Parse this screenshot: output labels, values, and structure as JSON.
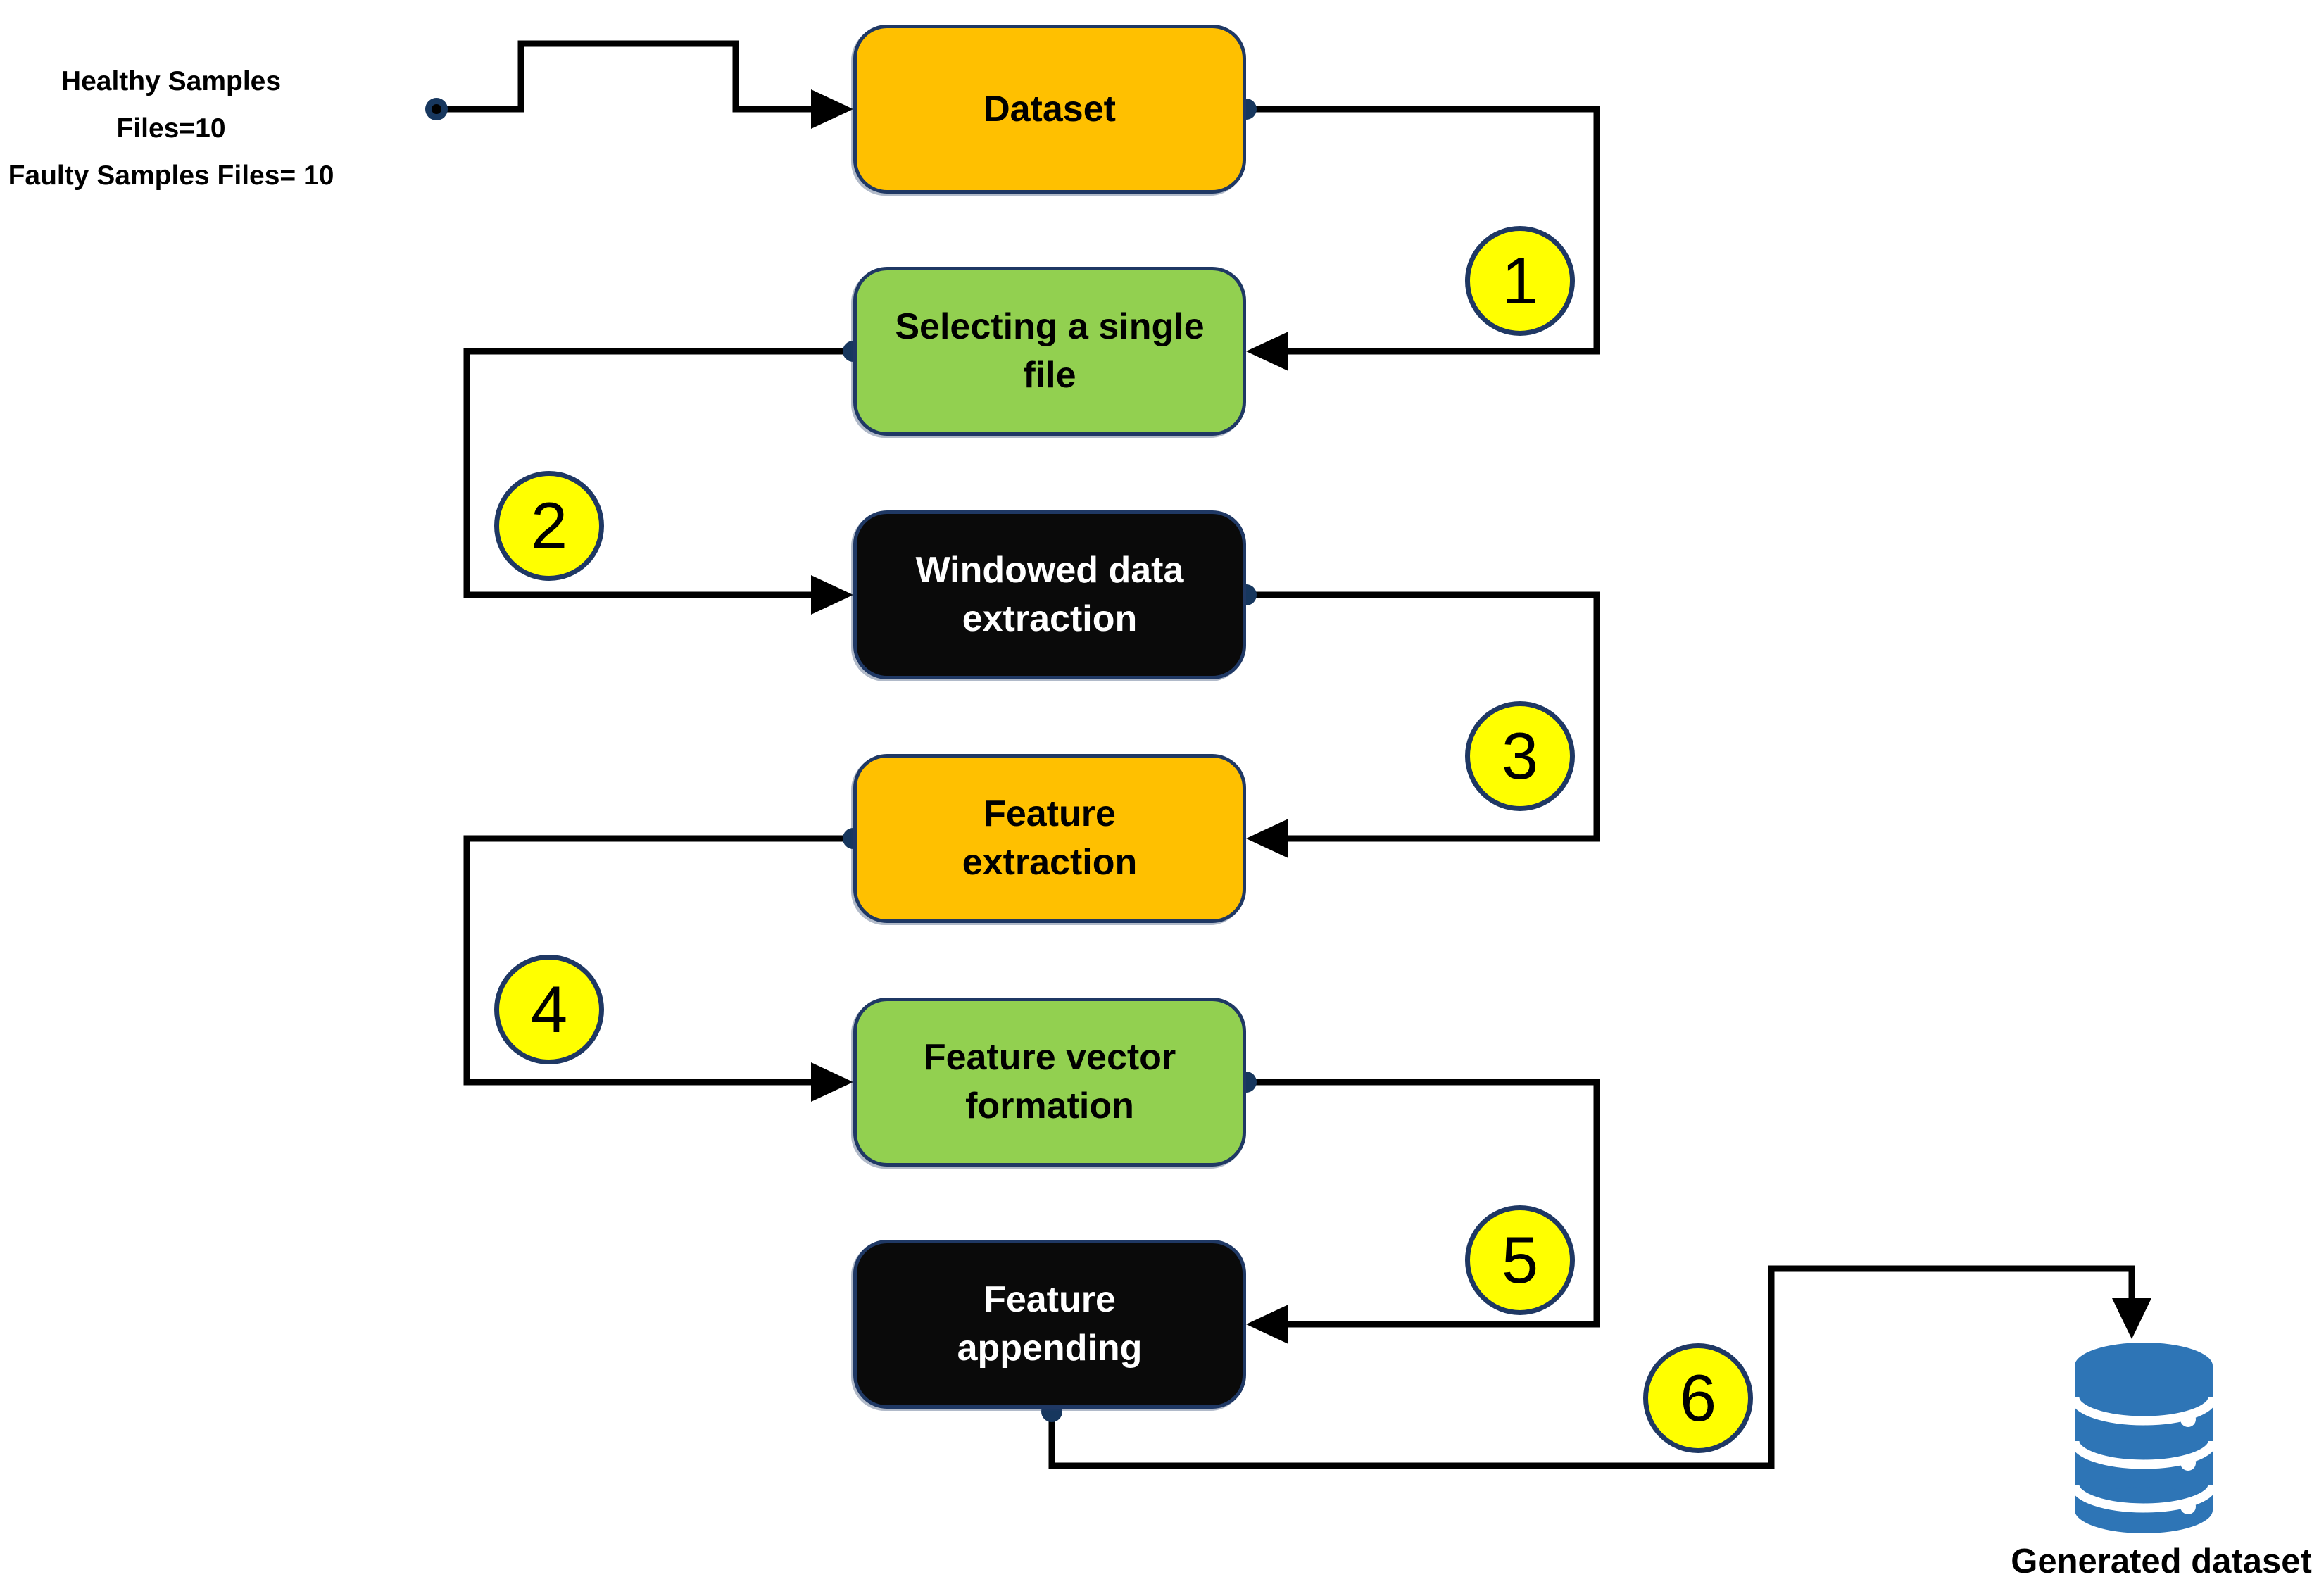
{
  "diagram": {
    "background": "#FFFFFF",
    "input_label": "Healthy Samples Files=10\nFaulty Samples Files= 10",
    "output_label": "Generated dataset",
    "nodes": [
      {
        "id": "dataset",
        "label": "Dataset",
        "fill": "#FFC000",
        "text_color": "#000000"
      },
      {
        "id": "selecting-a-single-file",
        "label": "Selecting a single\nfile",
        "fill": "#92D050",
        "text_color": "#000000"
      },
      {
        "id": "windowed-data-extraction",
        "label": "Windowed data\nextraction",
        "fill": "#0A0A0A",
        "text_color": "#FFFFFF"
      },
      {
        "id": "feature-extraction",
        "label": "Feature\nextraction",
        "fill": "#FFC000",
        "text_color": "#000000"
      },
      {
        "id": "feature-vector-formation",
        "label": "Feature vector\nformation",
        "fill": "#92D050",
        "text_color": "#000000"
      },
      {
        "id": "feature-appending",
        "label": "Feature\nappending",
        "fill": "#0A0A0A",
        "text_color": "#FFFFFF"
      }
    ],
    "step_badges": [
      "1",
      "2",
      "3",
      "4",
      "5",
      "6"
    ],
    "colors": {
      "node_border": "#1F3864",
      "badge_fill": "#FFFF00",
      "badge_border": "#1F3864",
      "connector": "#000000",
      "connection_dot": "#17375E",
      "database_icon": "#2E75B6"
    }
  }
}
